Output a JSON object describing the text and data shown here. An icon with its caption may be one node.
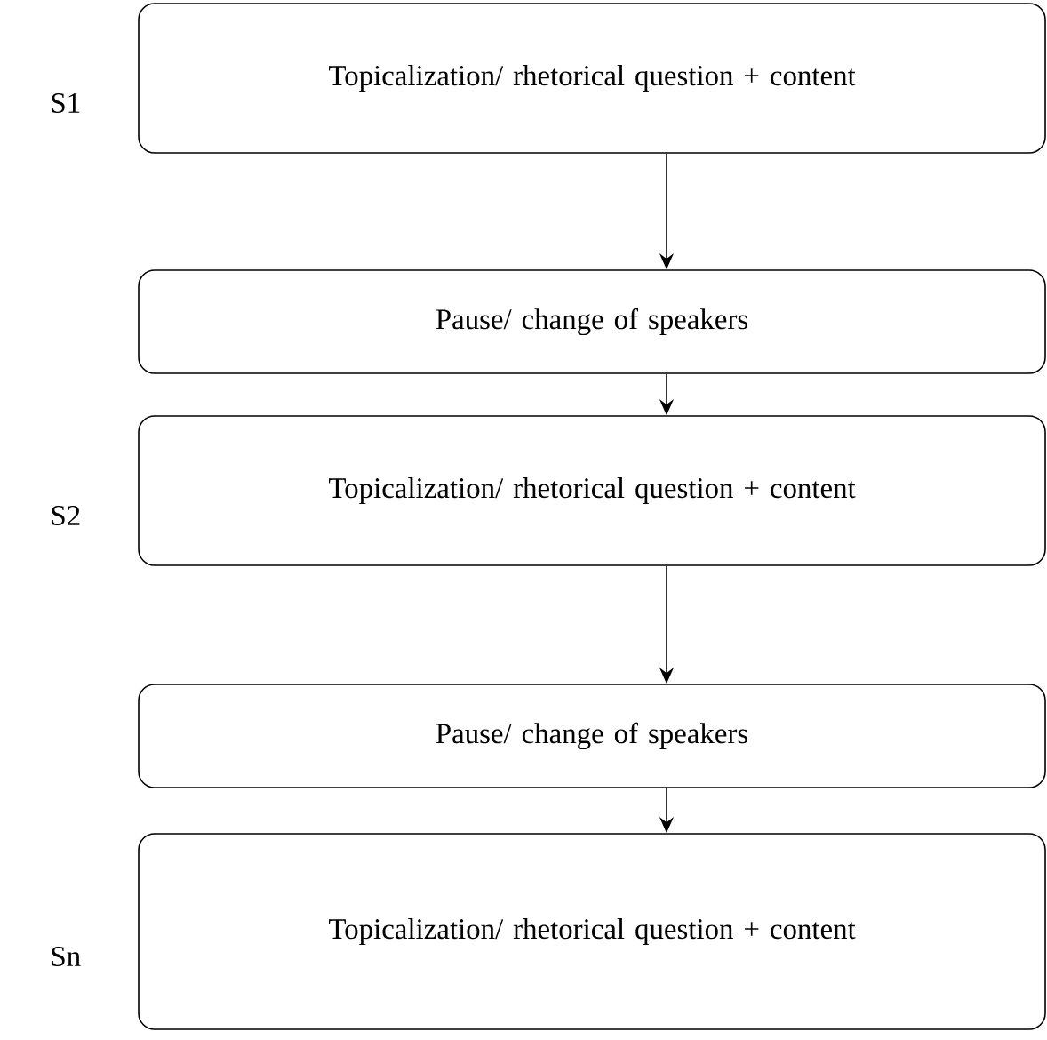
{
  "diagram": {
    "nodes": [
      {
        "text": [
          "Topicalization/ rhetorical question + content"
        ],
        "beside": [
          "S1"
        ]
      },
      {
        "text": [
          "Pause/ change of speakers"
        ]
      },
      {
        "text": [
          "Topicalization/ rhetorical question + content"
        ],
        "beside": [
          "S2"
        ]
      },
      {
        "text": [
          "Pause/ change of speakers"
        ]
      },
      {
        "text": [
          "Topicalization/ rhetorical question + content"
        ],
        "beside": [
          "Sn"
        ]
      }
    ],
    "edges": [
      {
        "from": 0,
        "to": 1,
        "arrow": "to"
      },
      {
        "from": 1,
        "to": 2,
        "arrow": "to"
      },
      {
        "from": 2,
        "to": 3,
        "arrow": "to"
      },
      {
        "from": 3,
        "to": 4,
        "arrow": "to"
      }
    ]
  }
}
